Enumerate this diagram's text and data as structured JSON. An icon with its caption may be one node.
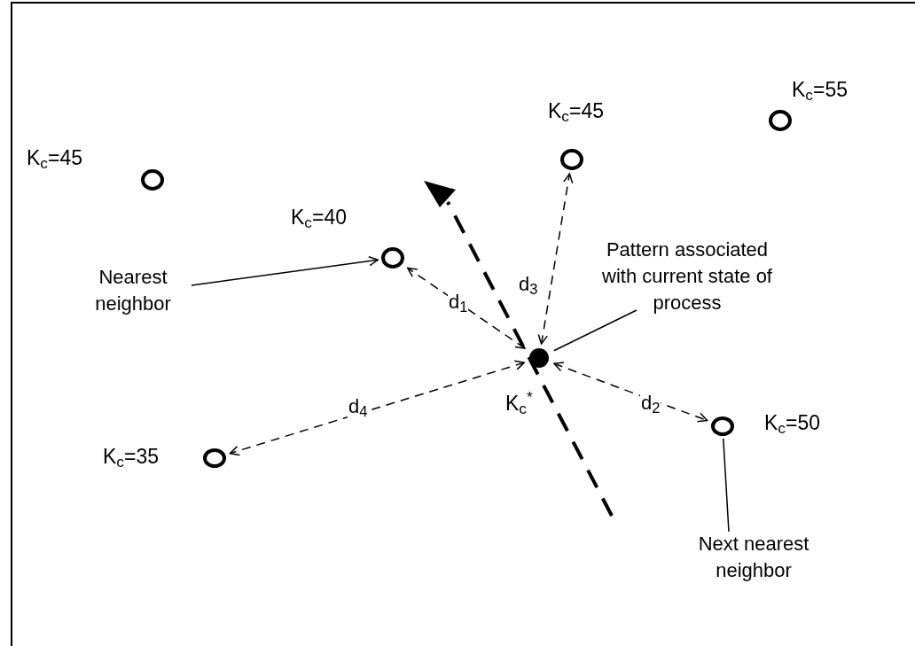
{
  "diagram": {
    "nodes": [
      {
        "text": [],
        "shape": "circle",
        "beside": [
          "K$_{c}$=45"
        ]
      },
      {
        "text": [],
        "shape": "circle",
        "beside": [
          "K$_{c}$=45"
        ]
      },
      {
        "text": [],
        "shape": "circle",
        "beside": [
          "K$_{c}$=55"
        ]
      },
      {
        "text": [],
        "shape": "circle",
        "beside": [
          "K$_{c}$=40"
        ]
      },
      {
        "text": [],
        "shape": "dot",
        "beside": [
          "K$_{c}$$^{*}$"
        ]
      },
      {
        "text": [],
        "shape": "circle",
        "beside": [
          "K$_{c}$=50"
        ]
      },
      {
        "text": [],
        "shape": "circle",
        "beside": [
          "K$_{c}$=35"
        ]
      },
      {
        "text": [
          "Nearest neighbor"
        ]
      },
      {
        "text": [
          "Pattern associated with current state of process"
        ]
      },
      {
        "text": [
          "Next nearest neighbor"
        ]
      }
    ],
    "edges": [
      {
        "from": 4,
        "to": 3,
        "arrow": "both",
        "style": "dashed",
        "label": "d$_{1}$"
      },
      {
        "from": 4,
        "to": 5,
        "arrow": "both",
        "style": "dashed",
        "label": "d$_{2}$"
      },
      {
        "from": 4,
        "to": 1,
        "arrow": "both",
        "style": "dashed",
        "label": "d$_{3}$"
      },
      {
        "from": 4,
        "to": 6,
        "arrow": "both",
        "style": "dashed",
        "label": "d$_{4}$"
      },
      {
        "from": 7,
        "to": 3,
        "arrow": "to"
      },
      {
        "from": 8,
        "to": 4,
        "arrow": "none"
      },
      {
        "from": 9,
        "to": 5,
        "arrow": "none"
      }
    ]
  }
}
